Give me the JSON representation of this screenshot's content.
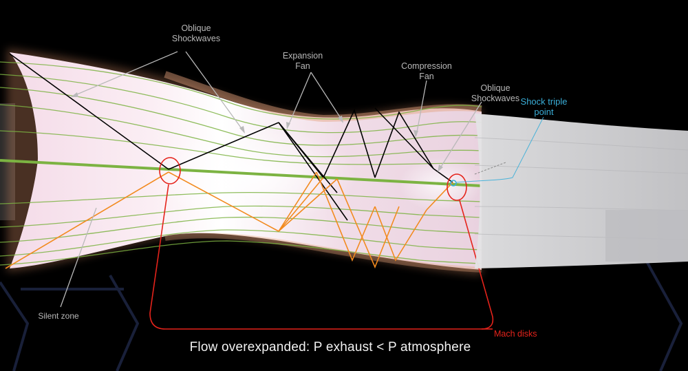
{
  "labels": {
    "oblique_shockwaves_left": "Oblique\nShockwaves",
    "expansion_fan": "Expansion\nFan",
    "compression_fan": "Compression\nFan",
    "oblique_shockwaves_right": "Oblique\nShockwaves",
    "shock_triple_point": "Shock triple\npoint",
    "silent_zone": "Silent zone",
    "mach_disks": "Mach disks"
  },
  "caption": "Flow overexpanded: P exhaust < P atmosphere",
  "colors": {
    "background": "#000000",
    "plume": "#f3e4ee",
    "streamline": "#7cb342",
    "shock_black": "#000000",
    "shock_orange": "#f28a1e",
    "mach_disk_red": "#e5231b",
    "triple_point_blue": "#3aaed8",
    "label_grey": "#b9b9b9",
    "caption": "#f2f2f2"
  }
}
